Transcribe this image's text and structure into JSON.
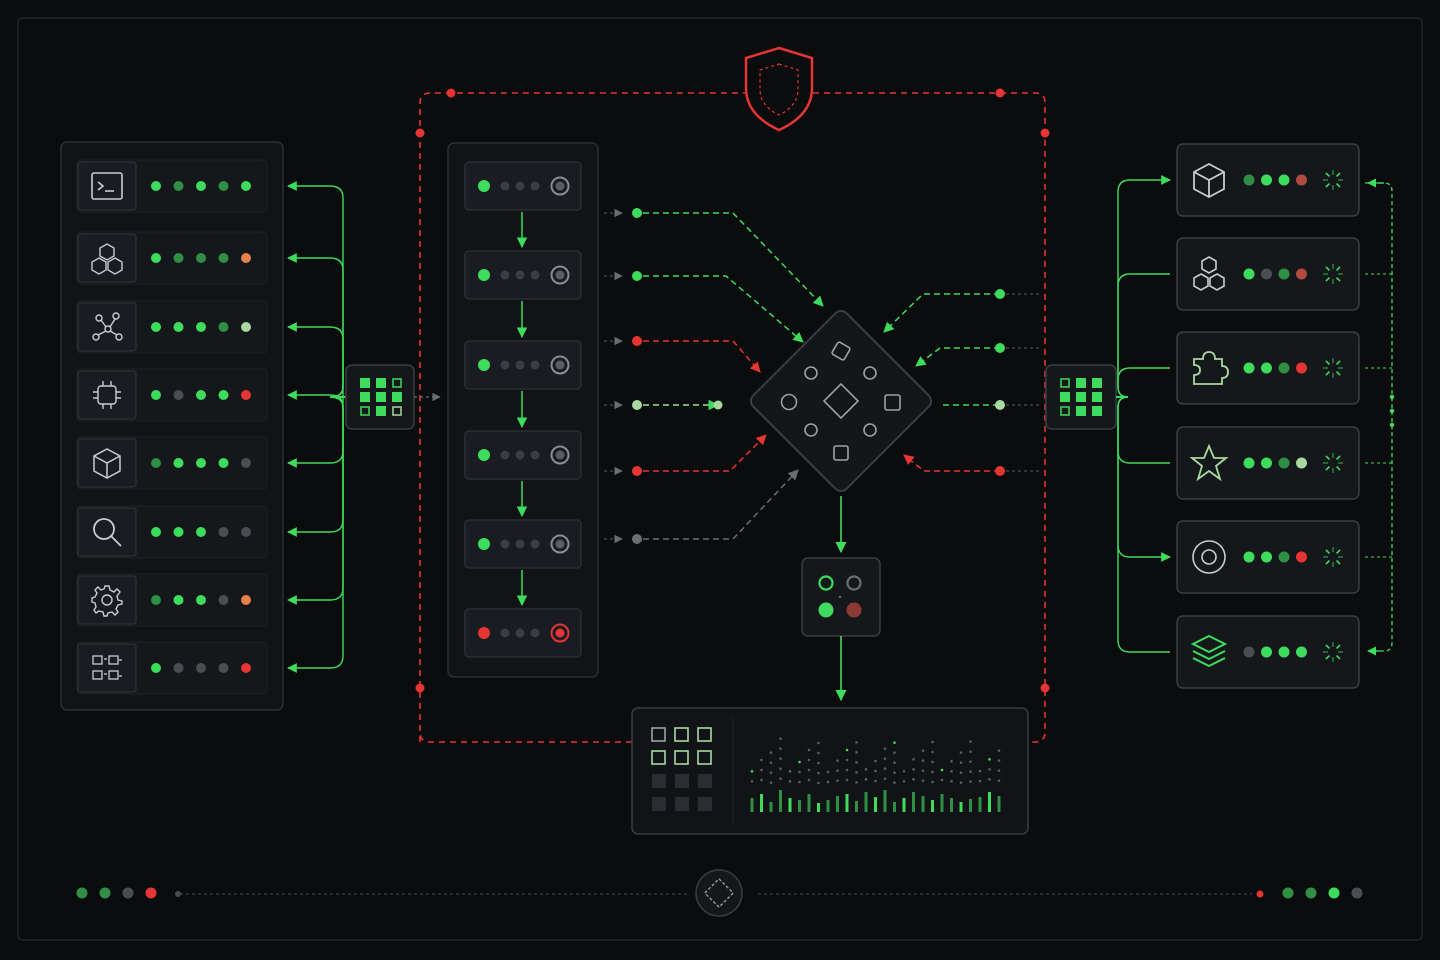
{
  "colors": {
    "background": "#0b0c0e",
    "panel": "#141619",
    "panel_border": "#3a3d42",
    "green": "#3ddc5c",
    "dim_green": "#2f8f44",
    "pale_green": "#a8d9a0",
    "gray": "#4a4d52",
    "red": "#e53535",
    "orange": "#e8804a",
    "icon": "#c9ccd1"
  },
  "left_panel": {
    "items": [
      {
        "icon": "terminal-icon",
        "dots": [
          "green",
          "dim",
          "green",
          "dim",
          "green"
        ]
      },
      {
        "icon": "cubes-icon",
        "dots": [
          "green",
          "dim",
          "dim",
          "dim",
          "orange"
        ]
      },
      {
        "icon": "graph-nodes-icon",
        "dots": [
          "green",
          "green",
          "green",
          "dim",
          "pale"
        ]
      },
      {
        "icon": "chip-icon",
        "dots": [
          "green",
          "gray",
          "green",
          "green",
          "red"
        ]
      },
      {
        "icon": "box-icon",
        "dots": [
          "dim",
          "green",
          "green",
          "green",
          "gray"
        ]
      },
      {
        "icon": "search-icon",
        "dots": [
          "green",
          "green",
          "green",
          "gray",
          "gray"
        ]
      },
      {
        "icon": "gear-icon",
        "dots": [
          "dim",
          "green",
          "green",
          "gray",
          "orange"
        ]
      },
      {
        "icon": "qr-grid-icon",
        "dots": [
          "green",
          "gray",
          "gray",
          "gray",
          "red"
        ]
      }
    ]
  },
  "pipeline": {
    "steps": [
      {
        "lead": "green",
        "end": "gray"
      },
      {
        "lead": "green",
        "end": "gray"
      },
      {
        "lead": "green",
        "end": "gray"
      },
      {
        "lead": "green",
        "end": "gray"
      },
      {
        "lead": "green",
        "end": "gray"
      },
      {
        "lead": "red",
        "end": "red"
      }
    ]
  },
  "hub": {
    "icon": "diamond-network-icon"
  },
  "shield": {
    "icon": "shield-icon"
  },
  "right_panel": {
    "items": [
      {
        "icon": "cube-icon",
        "dots": [
          "dim",
          "green",
          "green",
          "rust"
        ]
      },
      {
        "icon": "hexagons-icon",
        "dots": [
          "green",
          "gray",
          "dim",
          "rust"
        ]
      },
      {
        "icon": "puzzle-icon",
        "dots": [
          "green",
          "green",
          "dim",
          "red"
        ]
      },
      {
        "icon": "star-icon",
        "dots": [
          "green",
          "green",
          "dim",
          "pale"
        ]
      },
      {
        "icon": "target-icon",
        "dots": [
          "green",
          "green",
          "dim",
          "red"
        ]
      },
      {
        "icon": "layers-icon",
        "dots": [
          "gray",
          "green",
          "green",
          "green"
        ]
      }
    ]
  },
  "footer": {
    "left_dots": [
      "dim",
      "dim",
      "gray",
      "red"
    ],
    "right_dots": [
      "dim",
      "dim",
      "green",
      "gray"
    ]
  }
}
